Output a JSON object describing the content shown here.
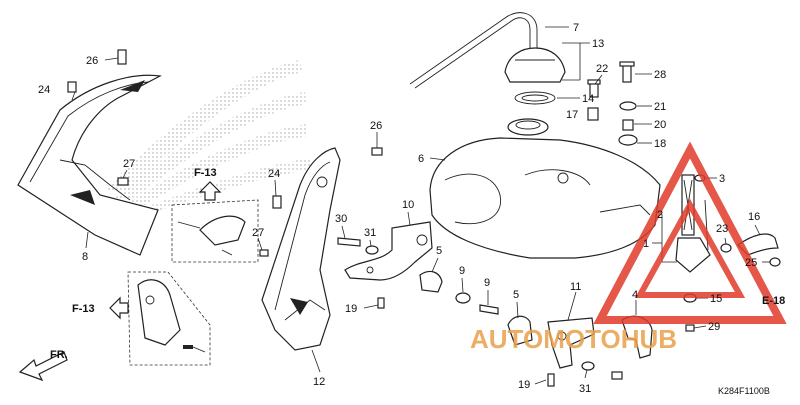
{
  "diagram": {
    "labels": [
      {
        "id": "p7",
        "text": "7"
      },
      {
        "id": "p13",
        "text": "13"
      },
      {
        "id": "p14",
        "text": "14"
      },
      {
        "id": "p22",
        "text": "22"
      },
      {
        "id": "p28",
        "text": "28"
      },
      {
        "id": "p21",
        "text": "21"
      },
      {
        "id": "p17",
        "text": "17"
      },
      {
        "id": "p20",
        "text": "20"
      },
      {
        "id": "p18",
        "text": "18"
      },
      {
        "id": "p3",
        "text": "3"
      },
      {
        "id": "p6",
        "text": "6"
      },
      {
        "id": "p26a",
        "text": "26"
      },
      {
        "id": "p24a",
        "text": "24"
      },
      {
        "id": "p27a",
        "text": "27"
      },
      {
        "id": "p8",
        "text": "8"
      },
      {
        "id": "p26b",
        "text": "26"
      },
      {
        "id": "p24b",
        "text": "24"
      },
      {
        "id": "p27b",
        "text": "27"
      },
      {
        "id": "p12",
        "text": "12"
      },
      {
        "id": "p10",
        "text": "10"
      },
      {
        "id": "p30",
        "text": "30"
      },
      {
        "id": "p31a",
        "text": "31"
      },
      {
        "id": "p5a",
        "text": "5"
      },
      {
        "id": "p9a",
        "text": "9"
      },
      {
        "id": "p9b",
        "text": "9"
      },
      {
        "id": "p19a",
        "text": "19"
      },
      {
        "id": "p2",
        "text": "2"
      },
      {
        "id": "p1",
        "text": "1"
      },
      {
        "id": "p23",
        "text": "23"
      },
      {
        "id": "p16",
        "text": "16"
      },
      {
        "id": "p25",
        "text": "25"
      },
      {
        "id": "p5b",
        "text": "5"
      },
      {
        "id": "p11",
        "text": "11"
      },
      {
        "id": "p4",
        "text": "4"
      },
      {
        "id": "p15",
        "text": "15"
      },
      {
        "id": "p29",
        "text": "29"
      },
      {
        "id": "p19b",
        "text": "19"
      },
      {
        "id": "p31b",
        "text": "31"
      }
    ],
    "refs": {
      "f13_top": "F-13",
      "f13_left": "F-13",
      "e18": "E-18",
      "fr": "FR."
    },
    "code": "K284F1100B",
    "watermark": "AUTOMOTOHUB",
    "colors": {
      "line": "#222222",
      "watermark": "#e03a2a"
    }
  }
}
